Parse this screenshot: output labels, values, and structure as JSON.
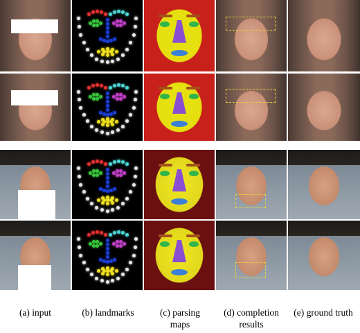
{
  "figure": {
    "caption_a": "(a) input",
    "caption_b": "(b) landmarks",
    "caption_c_line1": "(c) parsing",
    "caption_c_line2": "maps",
    "caption_d_line1": "(d) completion",
    "caption_d_line2": "results",
    "caption_e": "(e) ground truth"
  },
  "colors": {
    "box_dash": "#e8d13a",
    "landmark_eyebrow_left": "#e53030",
    "landmark_eyebrow_right": "#4fd6d6",
    "landmark_eye_left": "#39c43c",
    "landmark_eye_right": "#c040c8",
    "landmark_nose": "#1c3fd6",
    "landmark_mouth": "#f0e020",
    "landmark_jaw": "#e8e8e8",
    "parsing_skin": "#e8e20f",
    "parsing_nose": "#8a4fd0",
    "parsing_mouth": "#3a7fd8",
    "parsing_eyes": "#2fb54a"
  }
}
